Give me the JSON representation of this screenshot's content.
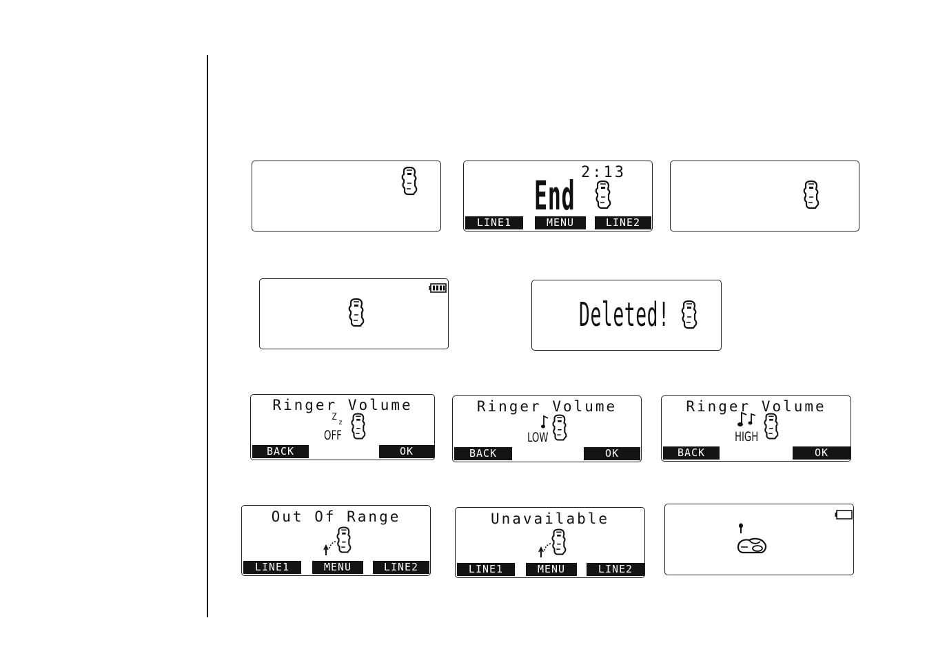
{
  "screens": {
    "s1": {},
    "s2": {
      "timer": "2:13",
      "message": "End",
      "softkeys": [
        "LINE1",
        "MENU",
        "LINE2"
      ]
    },
    "s3": {},
    "s4": {},
    "s5": {
      "message": "Deleted!"
    },
    "s6": {
      "title": "Ringer Volume",
      "level": "OFF",
      "softkeys": [
        "BACK",
        "OK"
      ]
    },
    "s7": {
      "title": "Ringer Volume",
      "level": "LOW",
      "softkeys": [
        "BACK",
        "OK"
      ]
    },
    "s8": {
      "title": "Ringer Volume",
      "level": "HIGH",
      "softkeys": [
        "BACK",
        "OK"
      ]
    },
    "s9": {
      "title": "Out Of Range",
      "softkeys": [
        "LINE1",
        "MENU",
        "LINE2"
      ]
    },
    "s10": {
      "title": "Unavailable",
      "softkeys": [
        "LINE1",
        "MENU",
        "LINE2"
      ]
    },
    "s11": {}
  },
  "icons": {
    "handset": "handset-icon",
    "battery_full": "battery-full-icon",
    "battery_empty": "battery-empty-icon",
    "sleep": "sleep-zz-icon",
    "note": "music-note-icon",
    "search_arrow": "out-of-range-arrow-icon",
    "cradle": "handset-in-cradle-icon"
  }
}
